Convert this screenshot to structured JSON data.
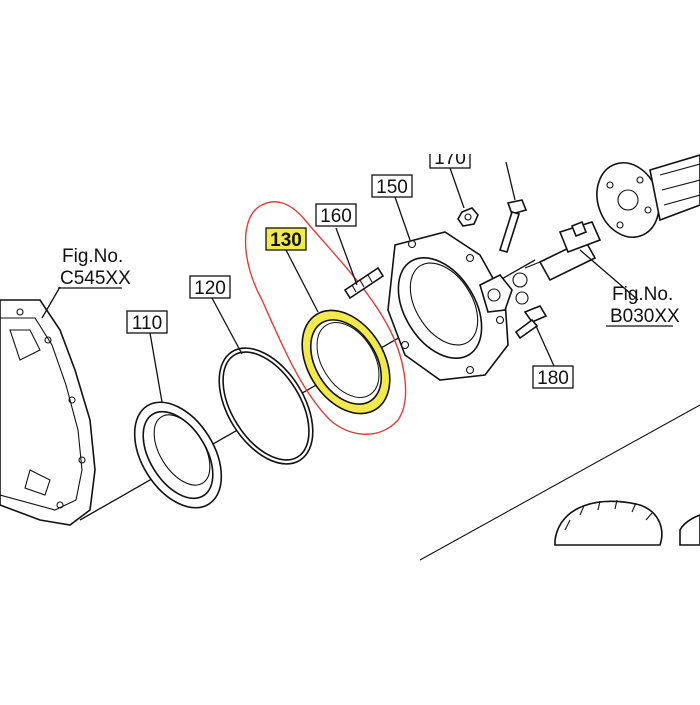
{
  "figure_refs": [
    {
      "id": "fig-c545",
      "label": "Fig.No.",
      "code": "C545XX"
    },
    {
      "id": "fig-b030",
      "label": "Fig.No.",
      "code": "B030XX"
    }
  ],
  "callouts": [
    {
      "id": "110",
      "text": "110"
    },
    {
      "id": "120",
      "text": "120"
    },
    {
      "id": "130",
      "text": "130",
      "highlighted": true
    },
    {
      "id": "150",
      "text": "150"
    },
    {
      "id": "160",
      "text": "160"
    },
    {
      "id": "170",
      "text": "170"
    },
    {
      "id": "180",
      "text": "180"
    }
  ],
  "colors": {
    "highlight": "#f2ea4c",
    "circle_mark": "#d9403a",
    "line": "#111111"
  }
}
